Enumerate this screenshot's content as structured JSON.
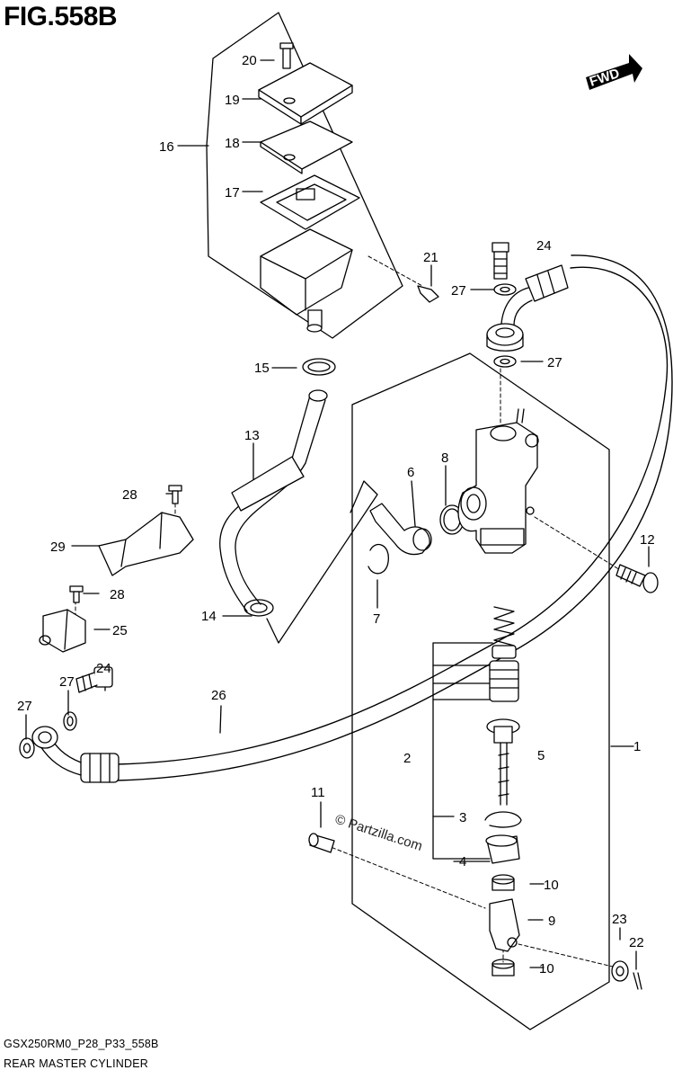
{
  "header": {
    "figure_title": "FIG.558B"
  },
  "footer": {
    "model_code": "GSX250RM0_P28_P33_558B",
    "section_name": "REAR MASTER CYLINDER"
  },
  "watermark": "© Partzilla.com",
  "direction_badge": "FWD",
  "callouts": {
    "c1": "1",
    "c2": "2",
    "c3": "3",
    "c4": "4",
    "c5": "5",
    "c6": "6",
    "c7": "7",
    "c8": "8",
    "c9": "9",
    "c10a": "10",
    "c10b": "10",
    "c11": "11",
    "c12": "12",
    "c13": "13",
    "c14": "14",
    "c15": "15",
    "c16": "16",
    "c17": "17",
    "c18": "18",
    "c19": "19",
    "c20": "20",
    "c21": "21",
    "c22": "22",
    "c23": "23",
    "c24a": "24",
    "c24b": "24",
    "c25": "25",
    "c26": "26",
    "c27a": "27",
    "c27b": "27",
    "c27c": "27",
    "c27d": "27",
    "c28a": "28",
    "c28b": "28",
    "c29": "29"
  }
}
